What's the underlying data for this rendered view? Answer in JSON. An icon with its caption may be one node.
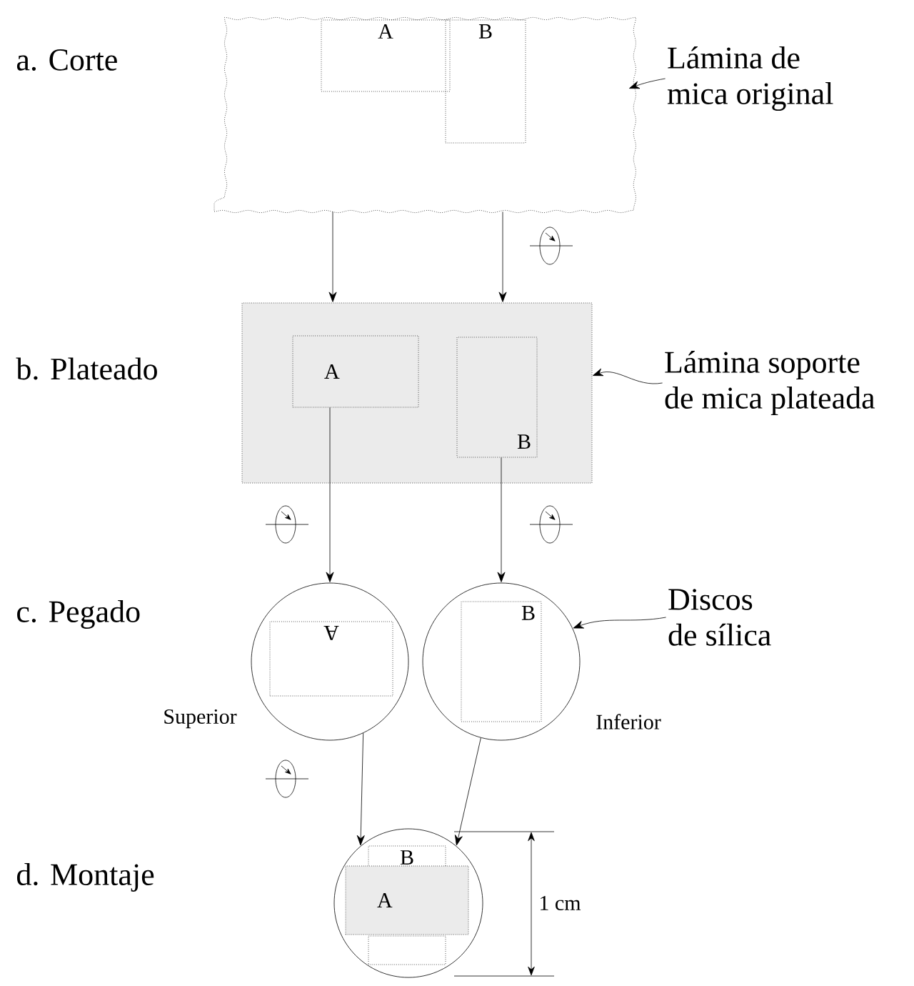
{
  "diagram": {
    "nodes": [
      {
        "text": [],
        "shape": "box"
      },
      {
        "text": [
          "A"
        ],
        "in": 0
      },
      {
        "text": [
          "B"
        ],
        "in": 0
      },
      {
        "text": [
          "Lámina de mica original"
        ]
      },
      {
        "text": [],
        "shape": "box"
      },
      {
        "text": [
          "A"
        ],
        "in": 4
      },
      {
        "text": [
          "B"
        ],
        "in": 4
      },
      {
        "text": [
          "Lámina soporte de mica plateada"
        ]
      },
      {
        "text": [],
        "shape": "circle",
        "beside": [
          "Superior"
        ]
      },
      {
        "text": [
          "A"
        ],
        "in": 8
      },
      {
        "text": [],
        "shape": "circle",
        "beside": [
          "Inferior"
        ]
      },
      {
        "text": [
          "B"
        ],
        "in": 10
      },
      {
        "text": [
          "Discos de sílica"
        ]
      },
      {
        "text": [],
        "shape": "circle"
      },
      {
        "text": [
          "B"
        ],
        "in": 13
      },
      {
        "text": [
          "A"
        ],
        "in": 13
      },
      {
        "text": [],
        "shape": "box",
        "in": 13
      }
    ],
    "edges": [
      {
        "from": 0,
        "to": 4,
        "arrow": "to"
      },
      {
        "from": 0,
        "to": 4,
        "arrow": "to"
      },
      {
        "from": 5,
        "to": 8,
        "arrow": "to"
      },
      {
        "from": 6,
        "to": 10,
        "arrow": "to"
      },
      {
        "from": 8,
        "to": 13,
        "arrow": "to"
      },
      {
        "from": 10,
        "to": 13,
        "arrow": "to"
      },
      {
        "from": 3,
        "to": 0,
        "arrow": "to"
      },
      {
        "from": 7,
        "to": 4,
        "arrow": "to"
      },
      {
        "from": 12,
        "to": 10,
        "arrow": "to"
      }
    ],
    "labels": [
      "a. Corte",
      "b. Plateado",
      "c. Pegado",
      "d. Montaje",
      "1 cm"
    ]
  }
}
